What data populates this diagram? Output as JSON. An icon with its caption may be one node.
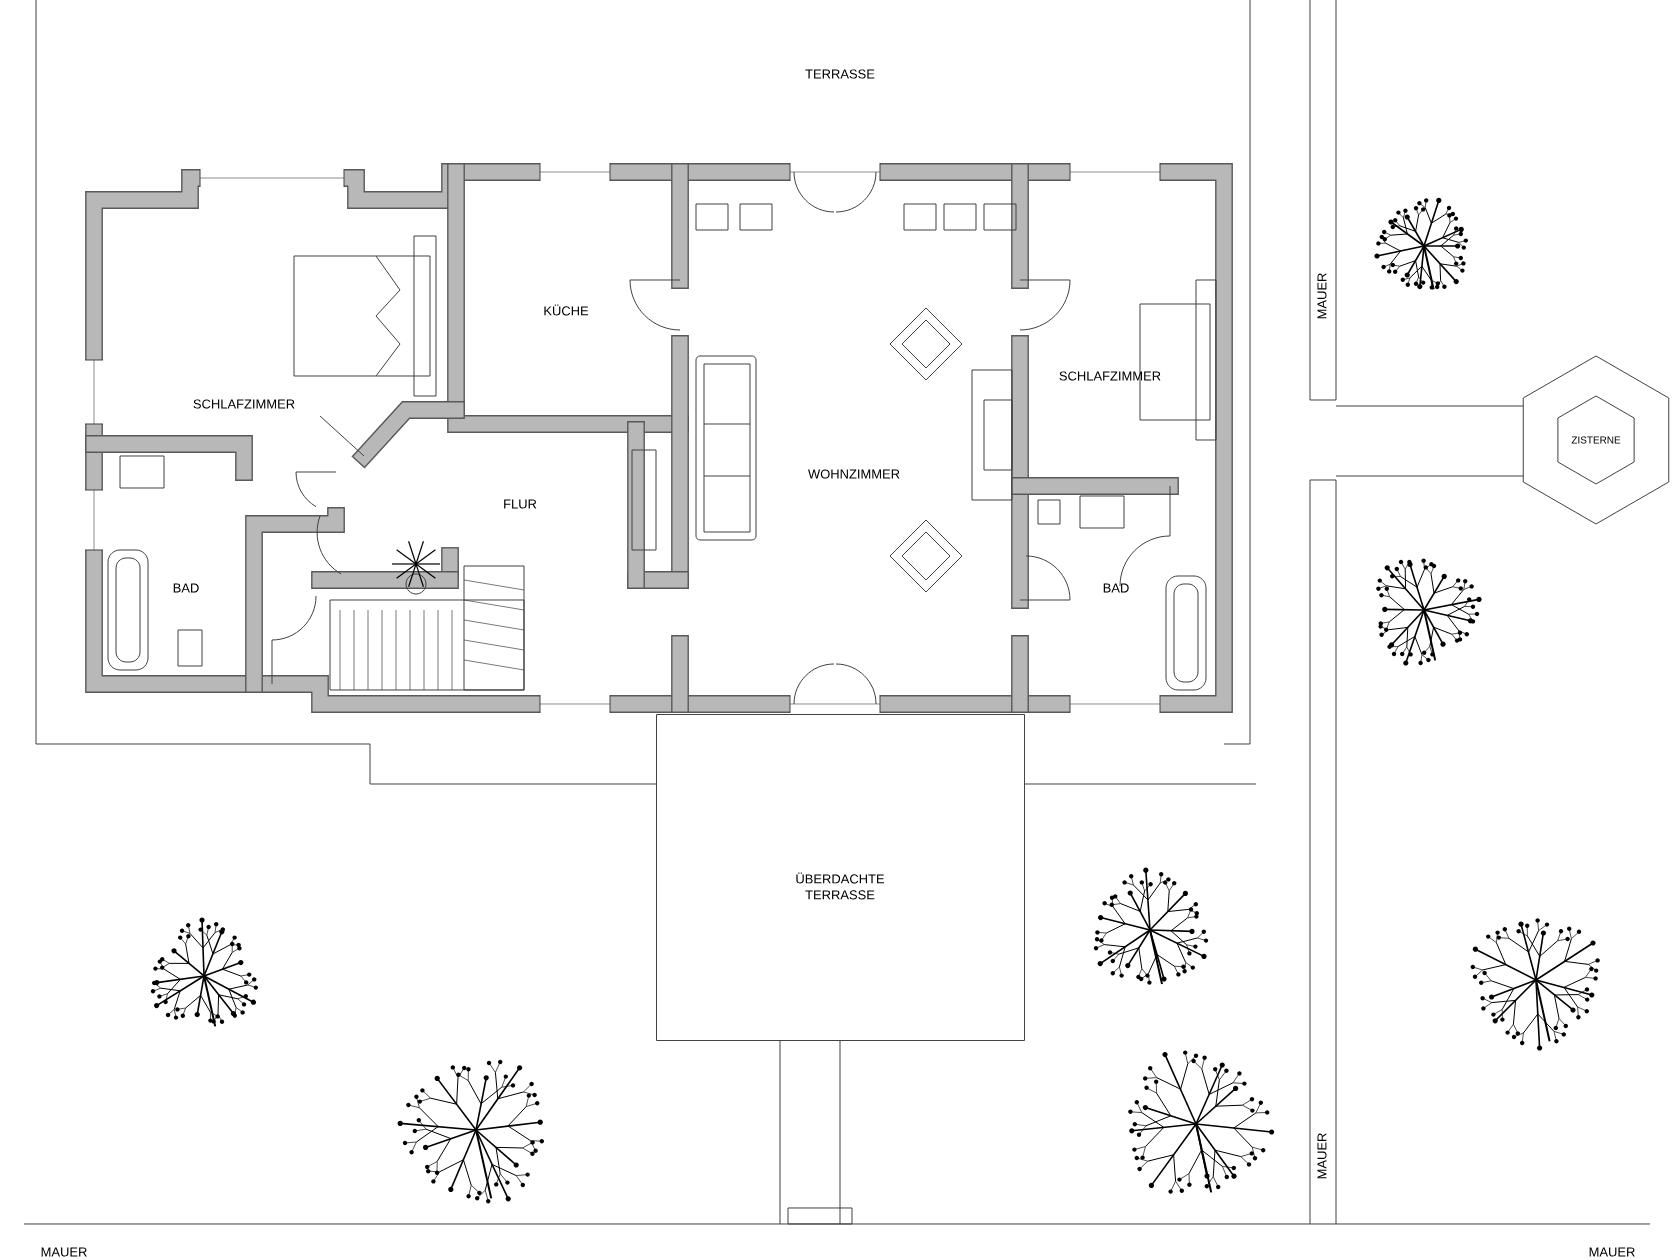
{
  "diagram": {
    "nodes": [
      {
        "text": [
          "ÜBERDACHTE TERRASSE"
        ]
      },
      {
        "text": [
          "ZISTERNE"
        ]
      }
    ],
    "labels": [
      "TERRASSE",
      "SCHLAFZIMMER",
      "KÜCHE",
      "SCHLAFZIMMER",
      "MAUER",
      "FLUR",
      "WOHNZIMMER",
      "BAD",
      "BAD",
      "MAUER",
      "MAUER",
      "MAUER"
    ]
  }
}
